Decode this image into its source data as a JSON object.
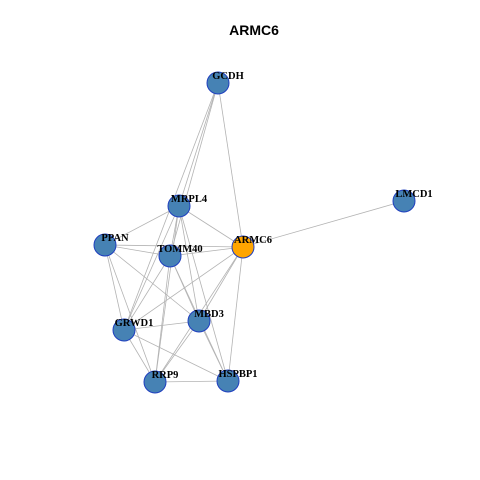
{
  "title": "ARMC6",
  "colors": {
    "node": "#4682b4",
    "highlight": "#ffa500",
    "edge": "#b3b3b3",
    "stroke": "#1f3fbf"
  },
  "network": {
    "nodes": [
      {
        "id": "GCDH",
        "label": "GCDH",
        "highlight": false
      },
      {
        "id": "LMCD1",
        "label": "LMCD1",
        "highlight": false
      },
      {
        "id": "MRPL4",
        "label": "MRPL4",
        "highlight": false
      },
      {
        "id": "PPAN",
        "label": "PPAN",
        "highlight": false
      },
      {
        "id": "TOMM40",
        "label": "TOMM40",
        "highlight": false
      },
      {
        "id": "ARMC6",
        "label": "ARMC6",
        "highlight": true
      },
      {
        "id": "GRWD1",
        "label": "GRWD1",
        "highlight": false
      },
      {
        "id": "MBD3",
        "label": "MBD3",
        "highlight": false
      },
      {
        "id": "RRP9",
        "label": "RRP9",
        "highlight": false
      },
      {
        "id": "HSPBP1",
        "label": "HSPBP1",
        "highlight": false
      }
    ],
    "edges": [
      [
        "GCDH",
        "MRPL4"
      ],
      [
        "GCDH",
        "TOMM40"
      ],
      [
        "GCDH",
        "ARMC6"
      ],
      [
        "GCDH",
        "GRWD1"
      ],
      [
        "LMCD1",
        "ARMC6"
      ],
      [
        "MRPL4",
        "PPAN"
      ],
      [
        "MRPL4",
        "TOMM40"
      ],
      [
        "MRPL4",
        "ARMC6"
      ],
      [
        "MRPL4",
        "GRWD1"
      ],
      [
        "MRPL4",
        "MBD3"
      ],
      [
        "MRPL4",
        "RRP9"
      ],
      [
        "MRPL4",
        "HSPBP1"
      ],
      [
        "PPAN",
        "TOMM40"
      ],
      [
        "PPAN",
        "ARMC6"
      ],
      [
        "PPAN",
        "GRWD1"
      ],
      [
        "PPAN",
        "MBD3"
      ],
      [
        "PPAN",
        "RRP9"
      ],
      [
        "TOMM40",
        "ARMC6"
      ],
      [
        "TOMM40",
        "GRWD1"
      ],
      [
        "TOMM40",
        "MBD3"
      ],
      [
        "TOMM40",
        "RRP9"
      ],
      [
        "TOMM40",
        "HSPBP1"
      ],
      [
        "ARMC6",
        "GRWD1"
      ],
      [
        "ARMC6",
        "MBD3"
      ],
      [
        "ARMC6",
        "RRP9"
      ],
      [
        "ARMC6",
        "HSPBP1"
      ],
      [
        "GRWD1",
        "MBD3"
      ],
      [
        "GRWD1",
        "RRP9"
      ],
      [
        "GRWD1",
        "HSPBP1"
      ],
      [
        "MBD3",
        "RRP9"
      ],
      [
        "MBD3",
        "HSPBP1"
      ],
      [
        "RRP9",
        "HSPBP1"
      ]
    ]
  }
}
